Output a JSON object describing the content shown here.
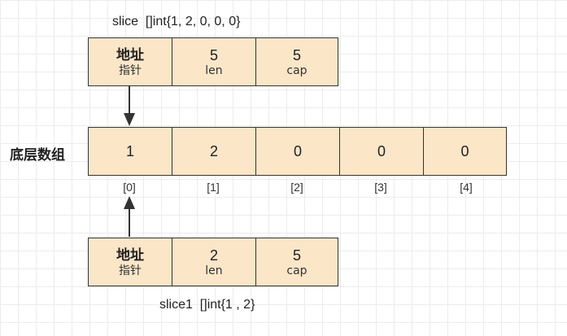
{
  "slice_caption": "slice  []int{1, 2, 0, 0, 0}",
  "slice_header": {
    "cells": [
      {
        "main": "地址",
        "sub": "指针"
      },
      {
        "main": "5",
        "sub": "len"
      },
      {
        "main": "5",
        "sub": "cap"
      }
    ]
  },
  "array_label": "底层数组",
  "array": {
    "values": [
      "1",
      "2",
      "0",
      "0",
      "0"
    ],
    "indices": [
      "[0]",
      "[1]",
      "[2]",
      "[3]",
      "[4]"
    ]
  },
  "slice1_header": {
    "cells": [
      {
        "main": "地址",
        "sub": "指针"
      },
      {
        "main": "2",
        "sub": "len"
      },
      {
        "main": "5",
        "sub": "cap"
      }
    ]
  },
  "slice1_caption": "slice1  []int{1 , 2}",
  "colors": {
    "cell_fill": "#fbe6c8",
    "border": "#333333",
    "arrow": "#333333"
  }
}
